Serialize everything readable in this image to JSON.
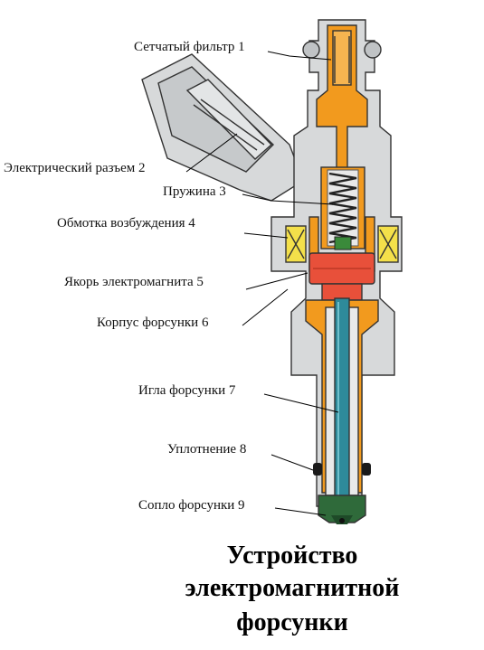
{
  "labels": [
    {
      "id": "filter",
      "number": "1",
      "text": "Сетчатый фильтр 1"
    },
    {
      "id": "connector",
      "number": "2",
      "text": "Электрический разъем 2"
    },
    {
      "id": "spring",
      "number": "3",
      "text": "Пружина 3"
    },
    {
      "id": "coil",
      "number": "4",
      "text": "Обмотка возбуждения 4"
    },
    {
      "id": "armature",
      "number": "5",
      "text": "Якорь электромагнита 5"
    },
    {
      "id": "body",
      "number": "6",
      "text": "Корпус форсунки 6"
    },
    {
      "id": "needle",
      "number": "7",
      "text": "Игла форсунки 7"
    },
    {
      "id": "seal",
      "number": "8",
      "text": "Уплотнение 8"
    },
    {
      "id": "nozzle",
      "number": "9",
      "text": "Сопло форсунки 9"
    }
  ],
  "title": {
    "line1": "Устройство",
    "line2": "электромагнитной",
    "line3": "форсунки"
  },
  "colors": {
    "housing": "#d7d9da",
    "housing_dark": "#b9bcbe",
    "fuel": "#f29a1e",
    "armature": "#e8503a",
    "needle": "#2e8a9a",
    "coil": "#f4e04a",
    "tip": "#2f6a3a",
    "seal": "#1a1a1a"
  }
}
